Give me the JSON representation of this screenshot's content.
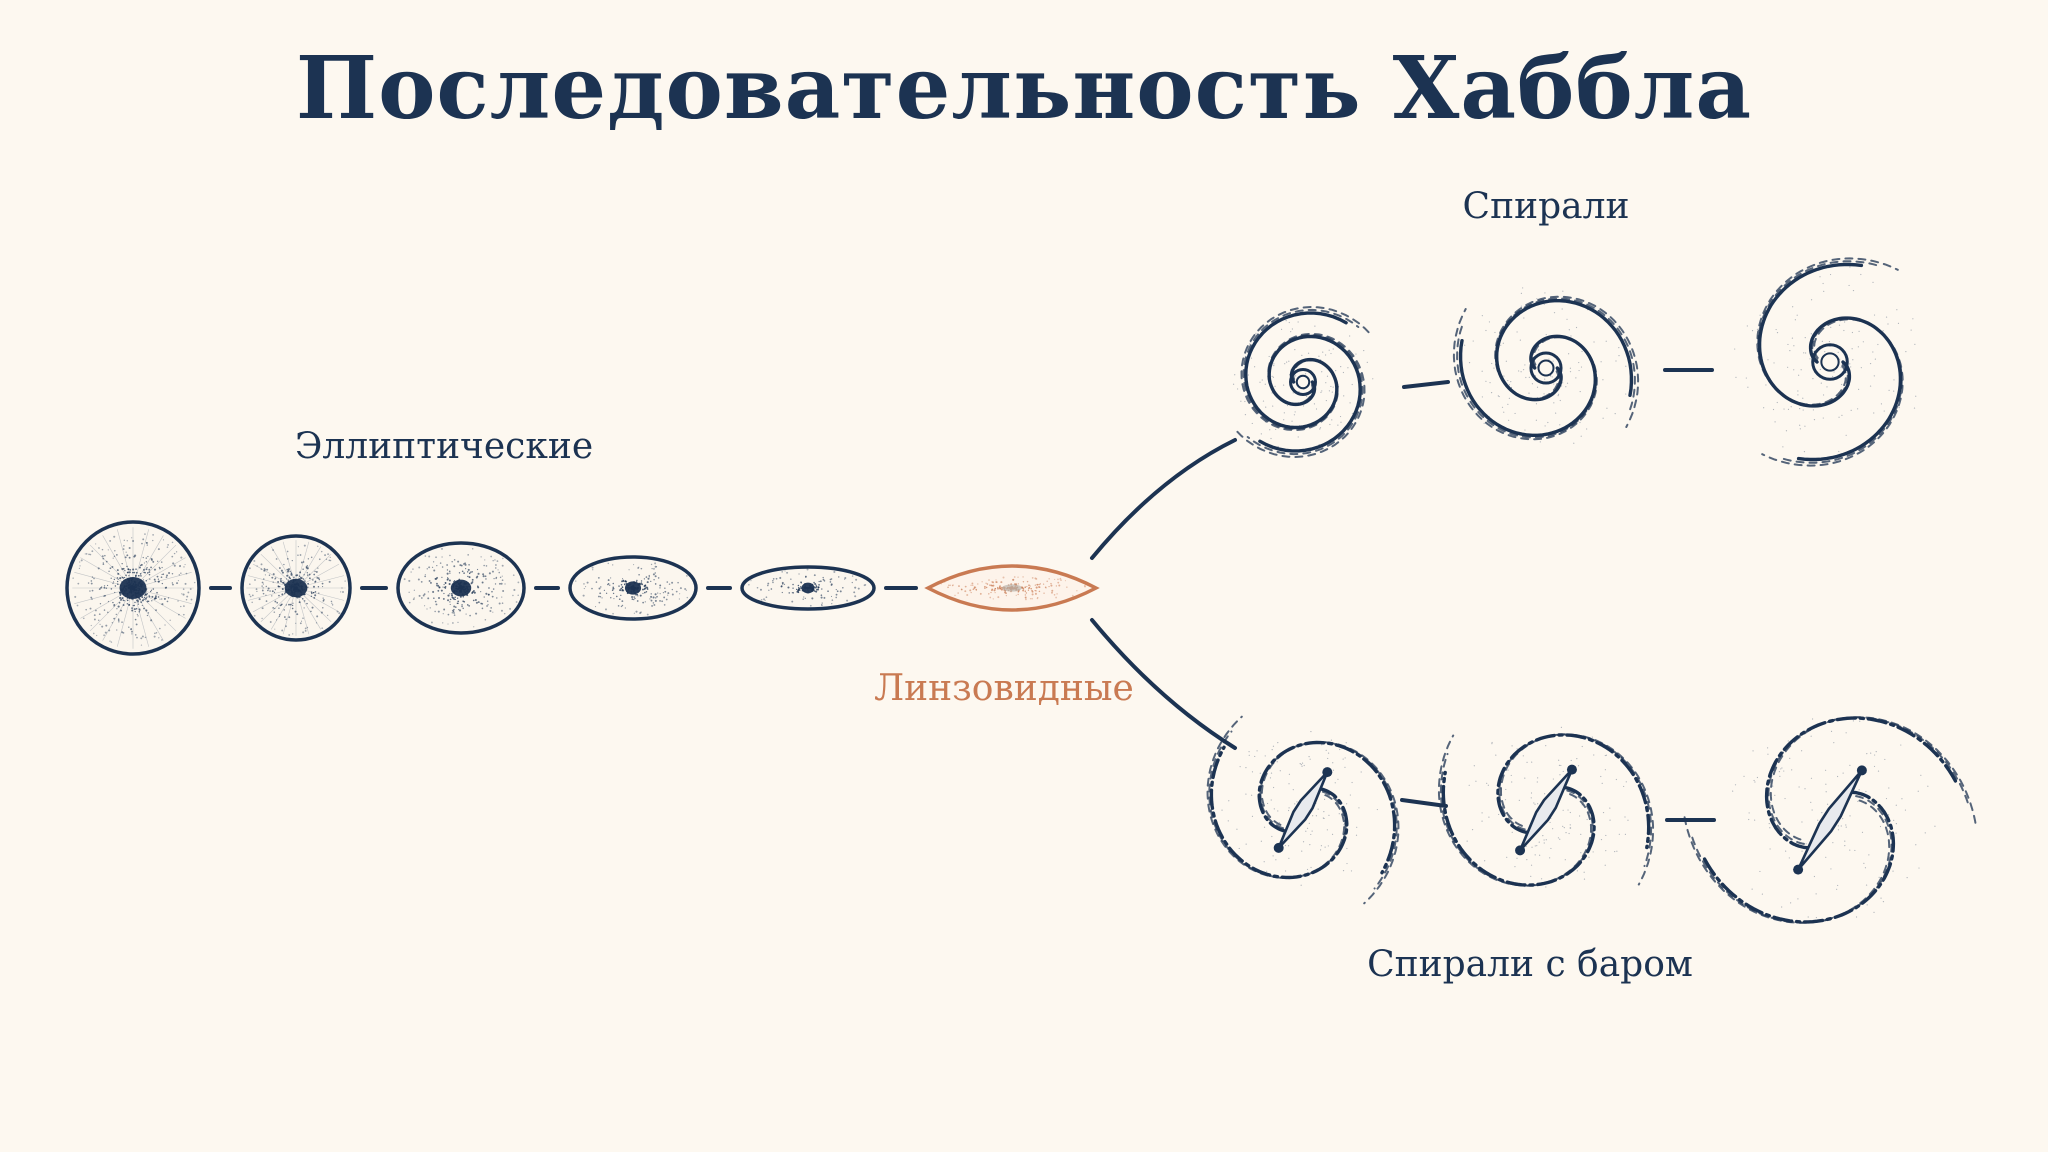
{
  "title": "Последовательность Хаббла",
  "labels": {
    "elliptical": "Эллиптические",
    "lenticular": "Линзовидные",
    "spiral": "Спирали",
    "barred_spiral": "Спирали с баром"
  },
  "colors": {
    "background": "#fdf8f0",
    "ink": "#1c3352",
    "accent": "#c97a52"
  },
  "icons": {
    "elliptical": "elliptical-galaxy-icon",
    "lenticular": "lenticular-galaxy-icon",
    "spiral": "spiral-galaxy-icon",
    "barred_spiral": "barred-spiral-galaxy-icon"
  }
}
